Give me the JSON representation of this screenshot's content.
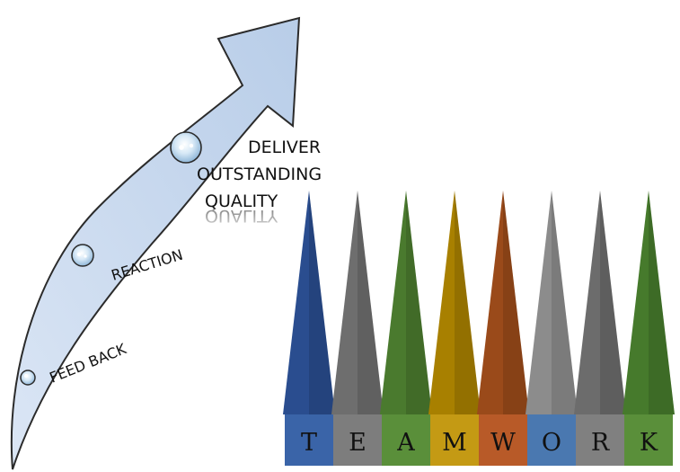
{
  "stages": [
    {
      "label": "FEED BACK"
    },
    {
      "label": "REACTION"
    },
    {
      "label": "DELIVER\nOUTSTANDING\nQUALITY",
      "lines": [
        "DELIVER",
        "OUTSTANDING",
        "QUALITY"
      ]
    }
  ],
  "teamwork": {
    "letters": [
      {
        "char": "T",
        "spike_color": "#2a4d8f",
        "box_color": "#3a64a8"
      },
      {
        "char": "E",
        "spike_color": "#6e6e6e",
        "box_color": "#7d7d7d"
      },
      {
        "char": "A",
        "spike_color": "#4a7a2e",
        "box_color": "#5a8f3a"
      },
      {
        "char": "M",
        "spike_color": "#a88000",
        "box_color": "#c49a14"
      },
      {
        "char": "W",
        "spike_color": "#9a4a1a",
        "box_color": "#b85a28"
      },
      {
        "char": "O",
        "spike_color": "#8c8c8c",
        "box_color": "#4a78b0"
      },
      {
        "char": "R",
        "spike_color": "#6c6c6c",
        "box_color": "#808080"
      },
      {
        "char": "K",
        "spike_color": "#467a2c",
        "box_color": "#5a8f3a"
      }
    ]
  },
  "colors": {
    "arrow_fill": "#bcd0ea",
    "arrow_stroke": "#2b2b2b"
  }
}
